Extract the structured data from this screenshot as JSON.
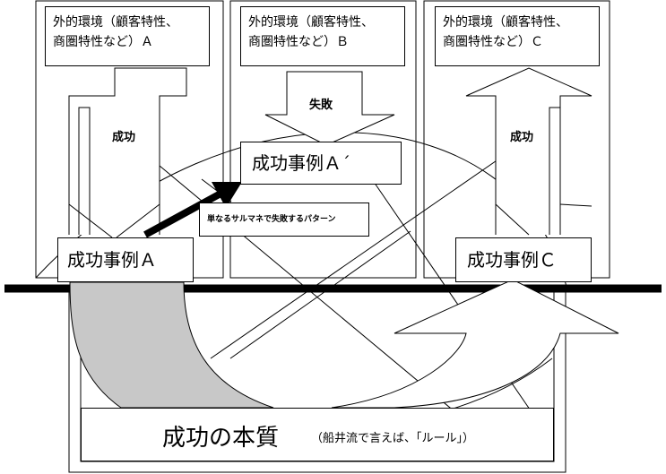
{
  "columns": [
    {
      "env": [
        "外的環境（顧客特性、",
        "商圏特性など）Ａ"
      ],
      "arrow": "成功",
      "case": "成功事例Ａ"
    },
    {
      "env": [
        "外的環境（顧客特性、",
        "商圏特性など）Ｂ"
      ],
      "arrow": "失敗",
      "case": "成功事例Ａ´"
    },
    {
      "env": [
        "外的環境（顧客特性、",
        "商圏特性など）Ｃ"
      ],
      "arrow": "成功",
      "case": "成功事例Ｃ"
    }
  ],
  "pattern_note": "単なるサルマネで失敗するパターン",
  "essence": {
    "title": "成功の本質",
    "note": "（船井流で言えば、「ルール」）"
  }
}
